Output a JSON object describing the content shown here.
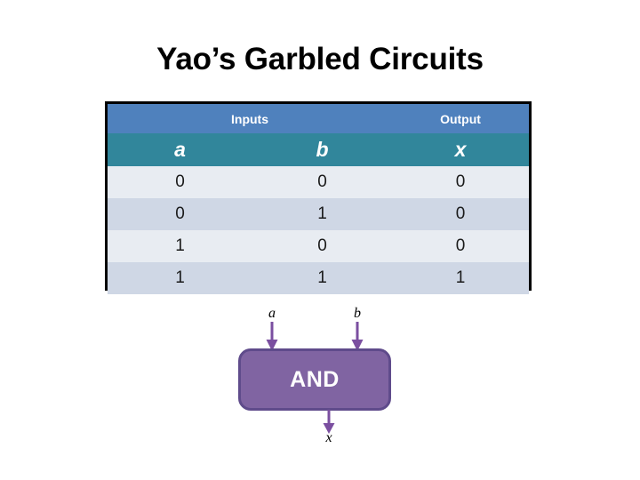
{
  "slide": {
    "title": "Yao’s Garbled Circuits",
    "background_color": "#FFFFFF"
  },
  "truth_table": {
    "group_headers": [
      {
        "label": "Inputs",
        "spans_columns": 2
      },
      {
        "label": "Output",
        "spans_columns": 1
      }
    ],
    "column_headers": [
      "a",
      "b",
      "x"
    ],
    "rows": [
      {
        "a": "0",
        "b": "0",
        "x": "0"
      },
      {
        "a": "0",
        "b": "1",
        "x": "0"
      },
      {
        "a": "1",
        "b": "0",
        "x": "0"
      },
      {
        "a": "1",
        "b": "1",
        "x": "1"
      }
    ],
    "colors": {
      "group_header_fill": "#4F81BD",
      "column_header_fill": "#31869B",
      "row_fill_odd": "#E8ECF2",
      "row_fill_even": "#CFD7E5",
      "border": "#000000",
      "header_text": "#FFFFFF"
    }
  },
  "gate_diagram": {
    "gate_label": "AND",
    "input_labels": [
      "a",
      "b"
    ],
    "output_label": "x",
    "colors": {
      "gate_fill": "#8064A2",
      "gate_border": "#5F4B8B",
      "gate_text": "#FFFFFF",
      "arrow": "#7B4FA0"
    }
  }
}
